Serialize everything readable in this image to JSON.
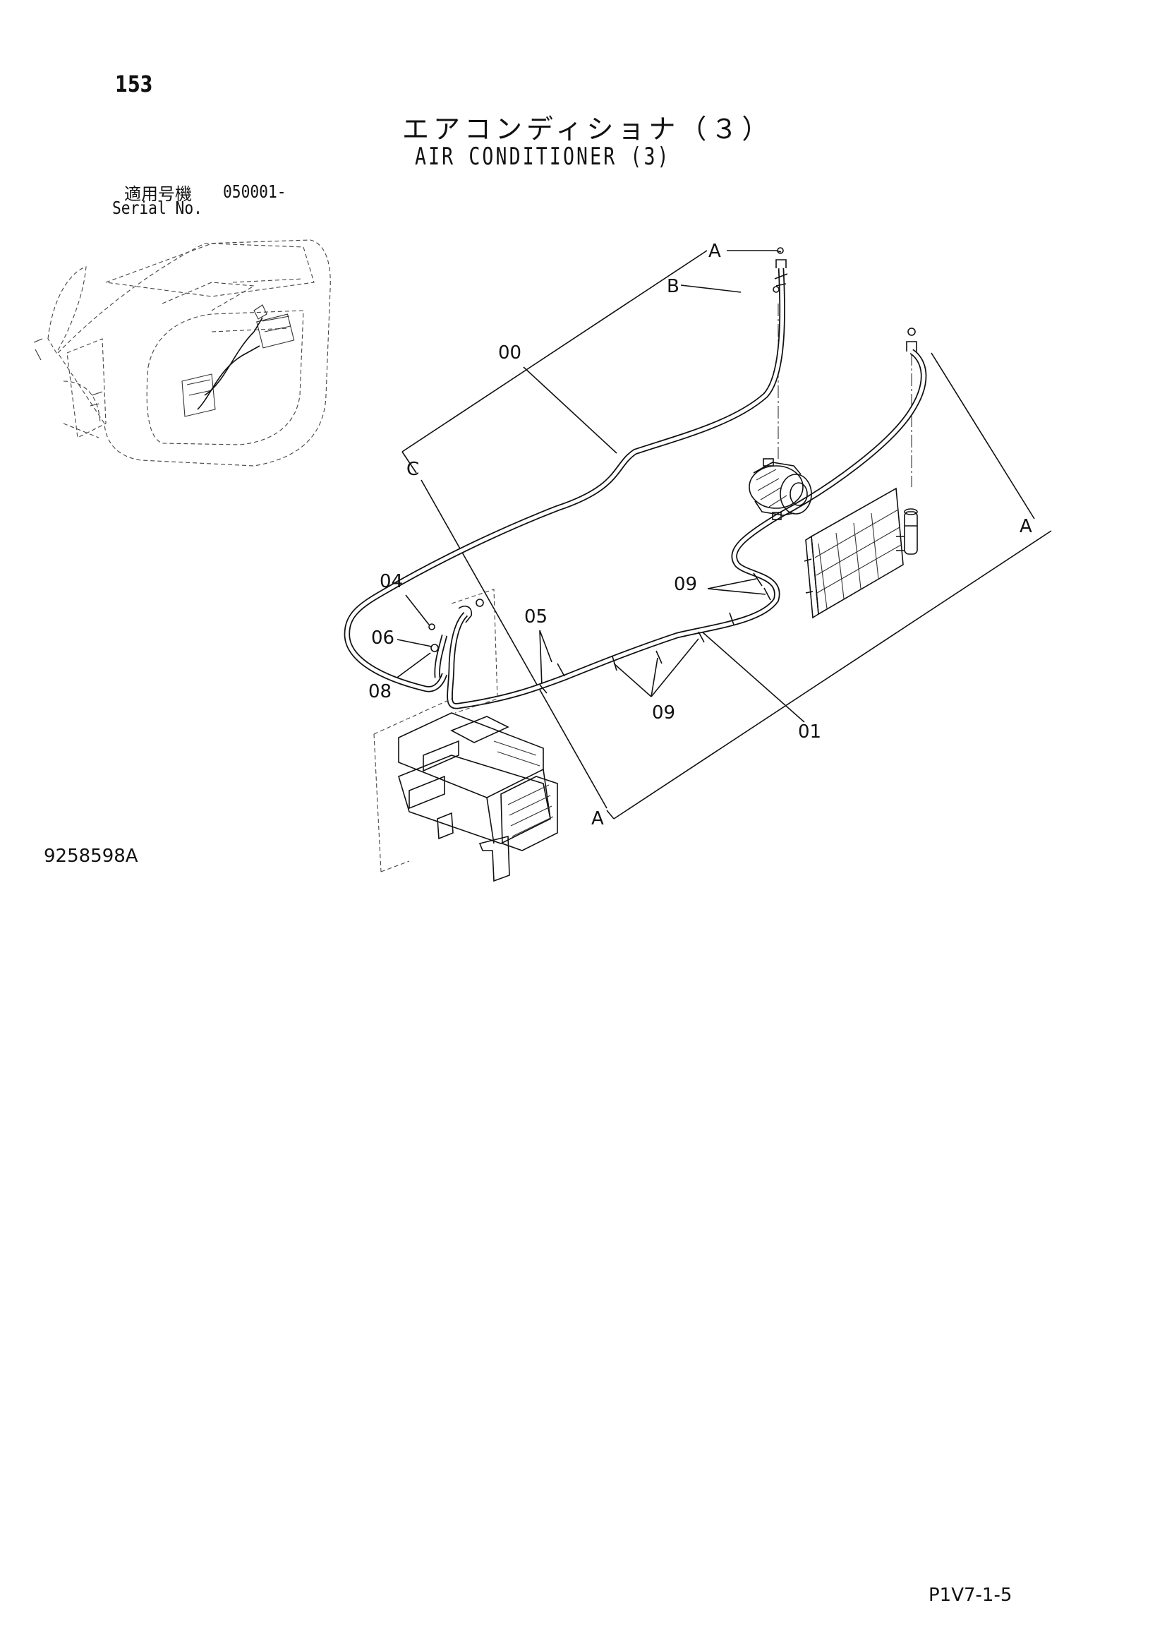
{
  "header": {
    "page_number": "153",
    "title_jp": "エアコンディショナ（３）",
    "title_en": "AIR CONDITIONER (3)",
    "serial_label_jp": "適用号機",
    "serial_range": "050001-",
    "serial_label_en": "Serial No."
  },
  "diagram": {
    "callouts": {
      "part_00": "00",
      "part_01": "01",
      "part_04": "04",
      "part_05": "05",
      "part_06": "06",
      "part_08": "08",
      "part_09_top": "09",
      "part_09_bottom": "09",
      "ref_a_top": "A",
      "ref_a_right": "A",
      "ref_a_bottom": "A",
      "ref_b": "B",
      "ref_c": "C"
    },
    "components": [
      "cab-overview",
      "compressor",
      "condenser",
      "receiver-dryer",
      "air-conditioner-unit",
      "hose-assembly"
    ]
  },
  "footer": {
    "figure_number": "9258598A",
    "page_code": "P1V7-1-5"
  }
}
